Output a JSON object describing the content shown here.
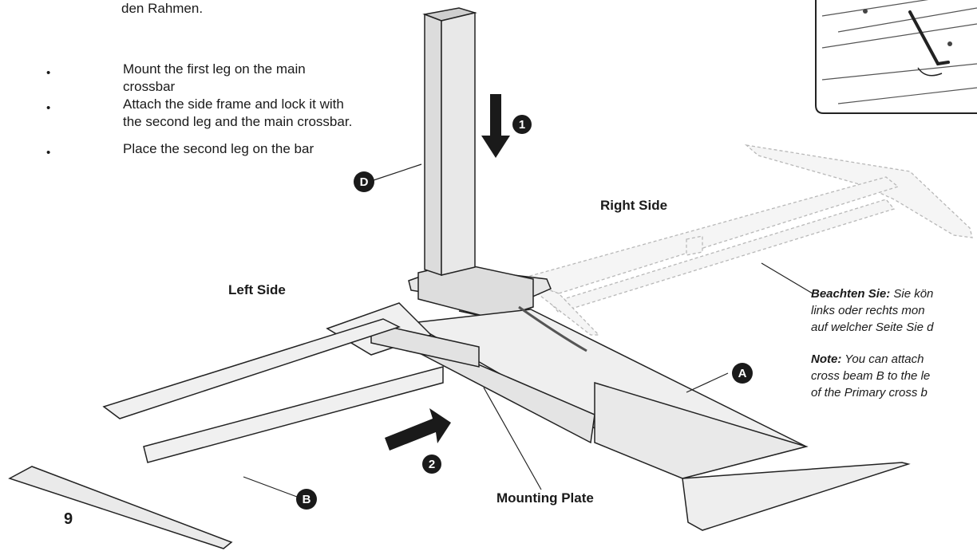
{
  "header": {
    "text_tail": "den Rahmen."
  },
  "steps": [
    {
      "bullet": "•",
      "line1": "Mount the first leg on the main",
      "line2": "crossbar"
    },
    {
      "bullet": "•",
      "line1": "Attach the side frame and lock it with",
      "line2": "the second leg and the main crossbar."
    },
    {
      "bullet": "•",
      "line1": "Place the second leg on the bar",
      "line2": ""
    }
  ],
  "labels": {
    "right_side": "Right Side",
    "left_side": "Left Side",
    "mounting_plate": "Mounting Plate"
  },
  "callouts": {
    "d": "D",
    "a": "A",
    "b": "B",
    "step1": "1",
    "step2": "2"
  },
  "notes": {
    "de_bold": "Beachten Sie:",
    "de_line1": " Sie kön",
    "de_line2": "links oder rechts mon",
    "de_line3": "auf welcher Seite Sie d",
    "en_bold": "Note:",
    "en_line1": " You can attach",
    "en_line2": "cross beam B to the le",
    "en_line3": "of the Primary cross b"
  },
  "page_number": "9"
}
